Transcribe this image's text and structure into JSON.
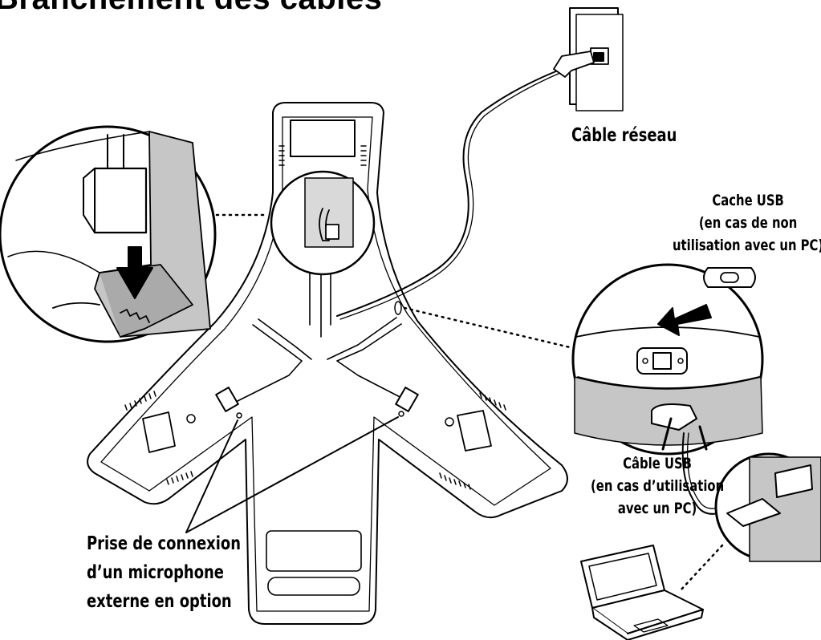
{
  "title": "Branchement des câbles",
  "labels": {
    "network_cable": "Câble réseau",
    "usb_cover": [
      "Cache USB",
      "(en cas de non",
      "utilisation avec un PC)"
    ],
    "usb_cable": [
      "Câble USB",
      "(en cas d’utilisation",
      "avec un PC)"
    ],
    "mic_jack": [
      "Prise de connexion",
      "d’un microphone",
      "externe en option"
    ]
  },
  "colors": {
    "ink": "#000000",
    "gray_fill": "#bdbdbd",
    "light_fill": "#e6e6e6",
    "background": "#ffffff"
  }
}
